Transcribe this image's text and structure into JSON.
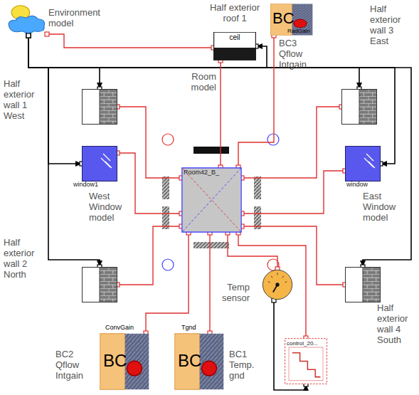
{
  "diagram": {
    "nodes": [
      {
        "text": [
          "Environment model"
        ]
      },
      {
        "text": [
          "Half exterior roof 1",
          "ceil"
        ]
      },
      {
        "text": [
          "BC",
          "RadGain",
          "BC3 Qflow Intgain"
        ]
      },
      {
        "text": [
          "Half exterior wall 3 East"
        ]
      },
      {
        "text": [
          "Half exterior wall 1 West"
        ]
      },
      {
        "text": [
          "Room model",
          "Room42_B_"
        ]
      },
      {
        "text": [
          "window1",
          "West Window model"
        ]
      },
      {
        "text": [
          "window",
          "East Window model"
        ]
      },
      {
        "text": [
          "Half exterior wall 2 North"
        ]
      },
      {
        "text": [
          "Temp sensor"
        ]
      },
      {
        "text": [
          "Half exterior wall 4 South"
        ]
      },
      {
        "text": [
          "control_20..."
        ]
      },
      {
        "text": [
          "ConvGain",
          "BC",
          "BC2 Qflow Intgain"
        ]
      },
      {
        "text": [
          "Tgnd",
          "BC",
          "BC1 Temp. gnd"
        ]
      }
    ],
    "edges": [
      {
        "from": 0,
        "to": 1,
        "arrow": "none"
      },
      {
        "from": 0,
        "to": 1,
        "arrow": "to"
      },
      {
        "from": 0,
        "to": 4,
        "arrow": "to"
      },
      {
        "from": 0,
        "to": 6,
        "arrow": "to"
      },
      {
        "from": 0,
        "to": 8,
        "arrow": "to"
      },
      {
        "from": 0,
        "to": 3,
        "arrow": "to"
      },
      {
        "from": 0,
        "to": 7,
        "arrow": "to"
      },
      {
        "from": 0,
        "to": 10,
        "arrow": "to"
      },
      {
        "from": 4,
        "to": 5,
        "arrow": "none"
      },
      {
        "from": 6,
        "to": 5,
        "arrow": "none"
      },
      {
        "from": 8,
        "to": 5,
        "arrow": "none"
      },
      {
        "from": 3,
        "to": 5,
        "arrow": "none"
      },
      {
        "from": 7,
        "to": 5,
        "arrow": "none"
      },
      {
        "from": 10,
        "to": 5,
        "arrow": "none"
      },
      {
        "from": 1,
        "to": 5,
        "arrow": "none"
      },
      {
        "from": 2,
        "to": 5,
        "arrow": "none"
      },
      {
        "from": 5,
        "to": 9,
        "arrow": "none"
      },
      {
        "from": 9,
        "to": 11,
        "arrow": "to"
      },
      {
        "from": 11,
        "to": 5,
        "arrow": "none"
      },
      {
        "from": 12,
        "to": 5,
        "arrow": "none"
      },
      {
        "from": 13,
        "to": 5,
        "arrow": "none"
      }
    ]
  }
}
